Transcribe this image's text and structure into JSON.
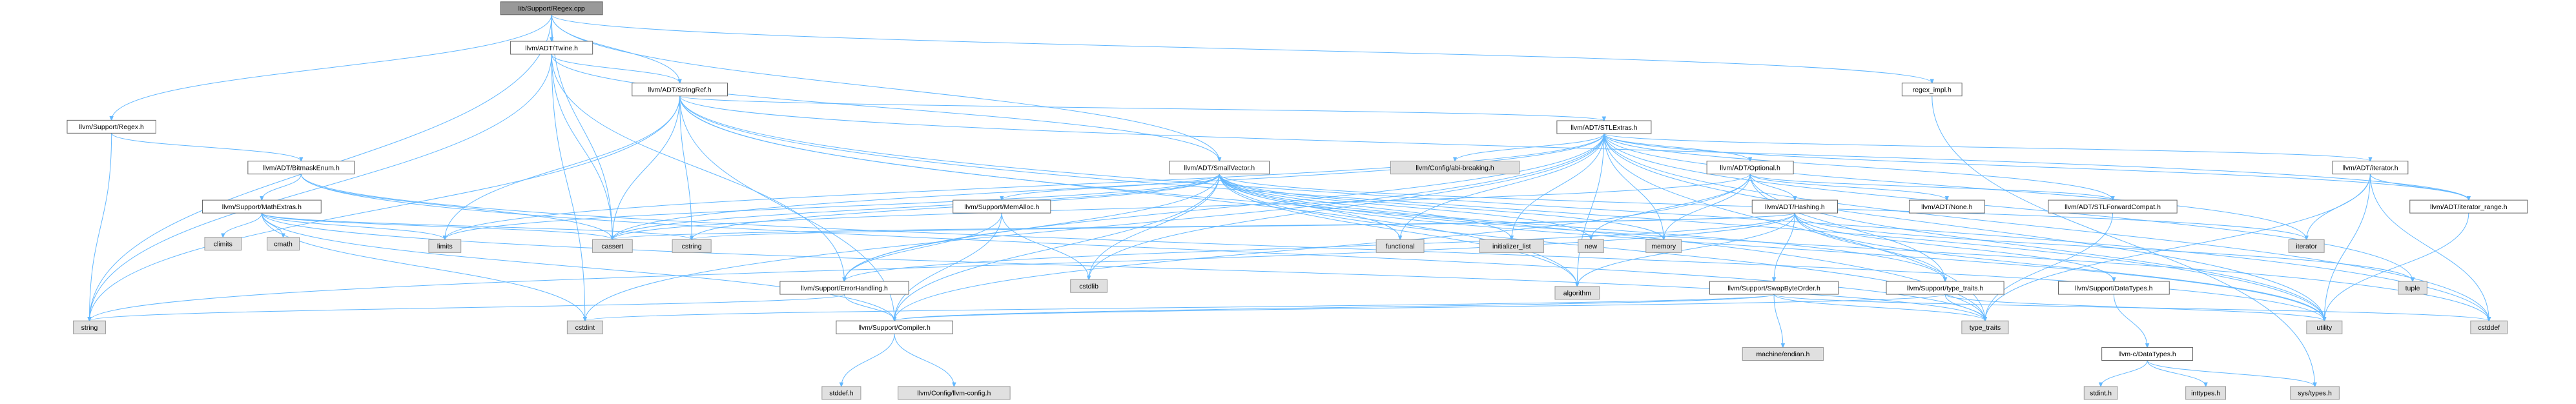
{
  "graph": {
    "edge_color": "#63b8ff",
    "node_border_color": "#666666",
    "external_node_fill": "#e0e0e0",
    "root_node_fill": "#999999",
    "nodes": [
      {
        "id": "root",
        "label": "lib/Support/Regex.cpp",
        "kind": "root"
      },
      {
        "id": "twine",
        "label": "llvm/ADT/Twine.h",
        "kind": "normal"
      },
      {
        "id": "stringref",
        "label": "llvm/ADT/StringRef.h",
        "kind": "normal"
      },
      {
        "id": "regex_h",
        "label": "llvm/Support/Regex.h",
        "kind": "normal"
      },
      {
        "id": "regex_impl",
        "label": "regex_impl.h",
        "kind": "normal"
      },
      {
        "id": "stlextras",
        "label": "llvm/ADT/STLExtras.h",
        "kind": "normal"
      },
      {
        "id": "bitmaskenum",
        "label": "llvm/ADT/BitmaskEnum.h",
        "kind": "normal"
      },
      {
        "id": "smallvector",
        "label": "llvm/ADT/SmallVector.h",
        "kind": "normal"
      },
      {
        "id": "abibreaking",
        "label": "llvm/Config/abi-breaking.h",
        "kind": "external"
      },
      {
        "id": "optional",
        "label": "llvm/ADT/Optional.h",
        "kind": "normal"
      },
      {
        "id": "iterator_h",
        "label": "llvm/ADT/iterator.h",
        "kind": "normal"
      },
      {
        "id": "mathextras",
        "label": "llvm/Support/MathExtras.h",
        "kind": "normal"
      },
      {
        "id": "memalloc",
        "label": "llvm/Support/MemAlloc.h",
        "kind": "normal"
      },
      {
        "id": "hashing",
        "label": "llvm/ADT/Hashing.h",
        "kind": "normal"
      },
      {
        "id": "none",
        "label": "llvm/ADT/None.h",
        "kind": "normal"
      },
      {
        "id": "stlfwd",
        "label": "llvm/ADT/STLForwardCompat.h",
        "kind": "normal"
      },
      {
        "id": "iterator_range",
        "label": "llvm/ADT/iterator_range.h",
        "kind": "normal"
      },
      {
        "id": "climits",
        "label": "climits",
        "kind": "external"
      },
      {
        "id": "cmath",
        "label": "cmath",
        "kind": "external"
      },
      {
        "id": "limits",
        "label": "limits",
        "kind": "external"
      },
      {
        "id": "cassert",
        "label": "cassert",
        "kind": "external"
      },
      {
        "id": "cstring",
        "label": "cstring",
        "kind": "external"
      },
      {
        "id": "functional",
        "label": "functional",
        "kind": "external"
      },
      {
        "id": "initializer_list",
        "label": "initializer_list",
        "kind": "external"
      },
      {
        "id": "new",
        "label": "new",
        "kind": "external"
      },
      {
        "id": "memory",
        "label": "memory",
        "kind": "external"
      },
      {
        "id": "iterator",
        "label": "iterator",
        "kind": "external"
      },
      {
        "id": "cstdlib",
        "label": "cstdlib",
        "kind": "external"
      },
      {
        "id": "algorithm",
        "label": "algorithm",
        "kind": "external"
      },
      {
        "id": "errorhandling",
        "label": "llvm/Support/ErrorHandling.h",
        "kind": "normal"
      },
      {
        "id": "swapbyteorder",
        "label": "llvm/Support/SwapByteOrder.h",
        "kind": "normal"
      },
      {
        "id": "type_traits_h",
        "label": "llvm/Support/type_traits.h",
        "kind": "normal"
      },
      {
        "id": "datatypes_h",
        "label": "llvm/Support/DataTypes.h",
        "kind": "normal"
      },
      {
        "id": "tuple",
        "label": "tuple",
        "kind": "external"
      },
      {
        "id": "string",
        "label": "string",
        "kind": "external"
      },
      {
        "id": "cstdint",
        "label": "cstdint",
        "kind": "external"
      },
      {
        "id": "compiler",
        "label": "llvm/Support/Compiler.h",
        "kind": "normal"
      },
      {
        "id": "machine_endian",
        "label": "machine/endian.h",
        "kind": "external"
      },
      {
        "id": "type_traits",
        "label": "type_traits",
        "kind": "external"
      },
      {
        "id": "utility",
        "label": "utility",
        "kind": "external"
      },
      {
        "id": "cstddef",
        "label": "cstddef",
        "kind": "external"
      },
      {
        "id": "c_datatypes",
        "label": "llvm-c/DataTypes.h",
        "kind": "normal"
      },
      {
        "id": "stddef",
        "label": "stddef.h",
        "kind": "external"
      },
      {
        "id": "llvm_config",
        "label": "llvm/Config/llvm-config.h",
        "kind": "external"
      },
      {
        "id": "stdint",
        "label": "stdint.h",
        "kind": "external"
      },
      {
        "id": "inttypes",
        "label": "inttypes.h",
        "kind": "external"
      },
      {
        "id": "sys_types",
        "label": "sys/types.h",
        "kind": "external"
      }
    ],
    "edges": [
      [
        "root",
        "twine"
      ],
      [
        "root",
        "stringref"
      ],
      [
        "root",
        "regex_h"
      ],
      [
        "root",
        "regex_impl"
      ],
      [
        "root",
        "string"
      ],
      [
        "root",
        "cassert"
      ],
      [
        "root",
        "smallvector"
      ],
      [
        "twine",
        "stringref"
      ],
      [
        "twine",
        "smallvector"
      ],
      [
        "twine",
        "errorhandling"
      ],
      [
        "twine",
        "cassert"
      ],
      [
        "twine",
        "cstdint"
      ],
      [
        "twine",
        "string"
      ],
      [
        "stringref",
        "stlextras"
      ],
      [
        "stringref",
        "compiler"
      ],
      [
        "stringref",
        "algorithm"
      ],
      [
        "stringref",
        "cassert"
      ],
      [
        "stringref",
        "cstddef"
      ],
      [
        "stringref",
        "cstring"
      ],
      [
        "stringref",
        "limits"
      ],
      [
        "stringref",
        "string"
      ],
      [
        "stringref",
        "type_traits"
      ],
      [
        "stringref",
        "utility"
      ],
      [
        "stringref",
        "iterator_range"
      ],
      [
        "regex_h",
        "bitmaskenum"
      ],
      [
        "regex_h",
        "string"
      ],
      [
        "regex_impl",
        "sys_types"
      ],
      [
        "stlextras",
        "abibreaking"
      ],
      [
        "stlextras",
        "optional"
      ],
      [
        "stlextras",
        "stlfwd"
      ],
      [
        "stlextras",
        "iterator_h"
      ],
      [
        "stlextras",
        "iterator_range"
      ],
      [
        "stlextras",
        "errorhandling"
      ],
      [
        "stlextras",
        "algorithm"
      ],
      [
        "stlextras",
        "cassert"
      ],
      [
        "stlextras",
        "cstddef"
      ],
      [
        "stlextras",
        "cstdint"
      ],
      [
        "stlextras",
        "cstdlib"
      ],
      [
        "stlextras",
        "functional"
      ],
      [
        "stlextras",
        "initializer_list"
      ],
      [
        "stlextras",
        "iterator"
      ],
      [
        "stlextras",
        "limits"
      ],
      [
        "stlextras",
        "memory"
      ],
      [
        "stlextras",
        "tuple"
      ],
      [
        "stlextras",
        "type_traits"
      ],
      [
        "stlextras",
        "utility"
      ],
      [
        "bitmaskenum",
        "mathextras"
      ],
      [
        "bitmaskenum",
        "cassert"
      ],
      [
        "bitmaskenum",
        "type_traits"
      ],
      [
        "bitmaskenum",
        "utility"
      ],
      [
        "mathextras",
        "compiler"
      ],
      [
        "mathextras",
        "cassert"
      ],
      [
        "mathextras",
        "climits"
      ],
      [
        "mathextras",
        "cmath"
      ],
      [
        "mathextras",
        "cstdint"
      ],
      [
        "mathextras",
        "cstring"
      ],
      [
        "mathextras",
        "limits"
      ],
      [
        "mathextras",
        "type_traits"
      ],
      [
        "smallvector",
        "compiler"
      ],
      [
        "smallvector",
        "memalloc"
      ],
      [
        "smallvector",
        "type_traits_h"
      ],
      [
        "smallvector",
        "algorithm"
      ],
      [
        "smallvector",
        "cassert"
      ],
      [
        "smallvector",
        "cstddef"
      ],
      [
        "smallvector",
        "cstdlib"
      ],
      [
        "smallvector",
        "cstring"
      ],
      [
        "smallvector",
        "functional"
      ],
      [
        "smallvector",
        "initializer_list"
      ],
      [
        "smallvector",
        "iterator"
      ],
      [
        "smallvector",
        "limits"
      ],
      [
        "smallvector",
        "memory"
      ],
      [
        "smallvector",
        "new"
      ],
      [
        "smallvector",
        "type_traits"
      ],
      [
        "smallvector",
        "utility"
      ],
      [
        "smallvector",
        "errorhandling"
      ],
      [
        "memalloc",
        "compiler"
      ],
      [
        "memalloc",
        "errorhandling"
      ],
      [
        "memalloc",
        "cstdlib"
      ],
      [
        "errorhandling",
        "compiler"
      ],
      [
        "errorhandling",
        "string"
      ],
      [
        "compiler",
        "stddef"
      ],
      [
        "compiler",
        "llvm_config"
      ],
      [
        "optional",
        "hashing"
      ],
      [
        "optional",
        "none"
      ],
      [
        "optional",
        "stlfwd"
      ],
      [
        "optional",
        "compiler"
      ],
      [
        "optional",
        "type_traits_h"
      ],
      [
        "optional",
        "cassert"
      ],
      [
        "optional",
        "memory"
      ],
      [
        "optional",
        "new"
      ],
      [
        "optional",
        "utility"
      ],
      [
        "hashing",
        "errorhandling"
      ],
      [
        "hashing",
        "swapbyteorder"
      ],
      [
        "hashing",
        "type_traits_h"
      ],
      [
        "hashing",
        "datatypes_h"
      ],
      [
        "hashing",
        "algorithm"
      ],
      [
        "hashing",
        "cassert"
      ],
      [
        "hashing",
        "cstring"
      ],
      [
        "hashing",
        "string"
      ],
      [
        "hashing",
        "tuple"
      ],
      [
        "hashing",
        "utility"
      ],
      [
        "swapbyteorder",
        "compiler"
      ],
      [
        "swapbyteorder",
        "machine_endian"
      ],
      [
        "swapbyteorder",
        "cstddef"
      ],
      [
        "swapbyteorder",
        "cstdint"
      ],
      [
        "swapbyteorder",
        "type_traits"
      ],
      [
        "type_traits_h",
        "compiler"
      ],
      [
        "type_traits_h",
        "type_traits"
      ],
      [
        "type_traits_h",
        "utility"
      ],
      [
        "datatypes_h",
        "c_datatypes"
      ],
      [
        "c_datatypes",
        "stdint"
      ],
      [
        "c_datatypes",
        "inttypes"
      ],
      [
        "c_datatypes",
        "sys_types"
      ],
      [
        "stlfwd",
        "type_traits"
      ],
      [
        "iterator_h",
        "iterator_range"
      ],
      [
        "iterator_h",
        "cstddef"
      ],
      [
        "iterator_h",
        "iterator"
      ],
      [
        "iterator_h",
        "type_traits"
      ],
      [
        "iterator_h",
        "utility"
      ],
      [
        "iterator_range",
        "utility"
      ]
    ]
  }
}
